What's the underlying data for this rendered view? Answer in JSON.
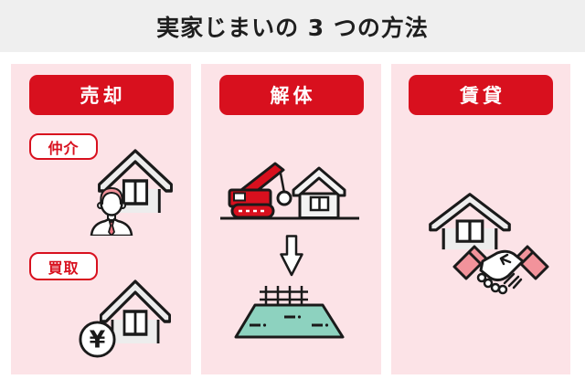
{
  "title": "実家じまいの 3 つの方法",
  "panels": [
    {
      "title": "売却",
      "tags": [
        "仲介",
        "買取"
      ],
      "icons": [
        "realtor-with-house-icon",
        "house-with-yen-icon"
      ]
    },
    {
      "title": "解体",
      "tags": [],
      "icons": [
        "excavator-demolishing-house-icon",
        "down-arrow-icon",
        "vacant-land-icon"
      ]
    },
    {
      "title": "賃貸",
      "tags": [],
      "icons": [
        "house-icon",
        "handshake-icon"
      ]
    }
  ],
  "symbols": {
    "yen": "¥"
  },
  "colors": {
    "accent_red": "#d8101e",
    "panel_pink": "#fce3e7",
    "titlebar_gray": "#efefef",
    "land_teal": "#8dd2bf",
    "figure_pink": "#f2939b",
    "tie_red": "#ee7480",
    "house_gray": "#ededed",
    "outline_black": "#1a1a1a",
    "title_text": "#1e1e1e"
  }
}
